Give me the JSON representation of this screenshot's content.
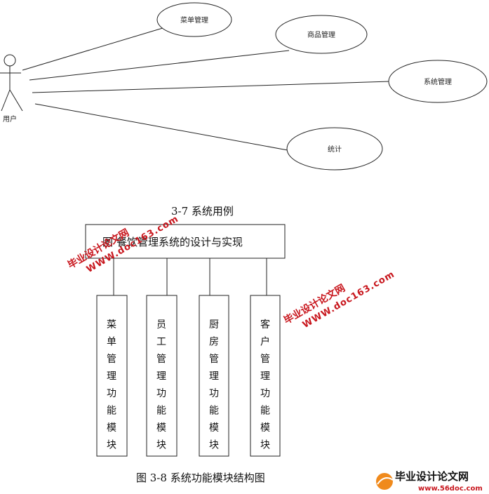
{
  "usecase": {
    "actor": "用户",
    "cases": [
      "菜单管理",
      "商品管理",
      "系统管理",
      "统计"
    ],
    "caption": "3-7  系统用例"
  },
  "structure": {
    "root": "餐饮管理系统的设计与实现",
    "root_prefix": "图",
    "modules": [
      "菜单管理功能模块",
      "员工管理功能模块",
      "厨房管理功能模块",
      "客户管理功能模块"
    ],
    "caption": "图 3-8 系统功能模块结构图"
  },
  "watermarks": {
    "line1": "毕业设计论文网",
    "line2": "WWW.doc163.com",
    "logo_text": "毕业设计论文网",
    "logo_url": "www.56doc.com"
  },
  "colors": {
    "watermark": "#c8161d",
    "logo_orange": "#f08a1c"
  }
}
